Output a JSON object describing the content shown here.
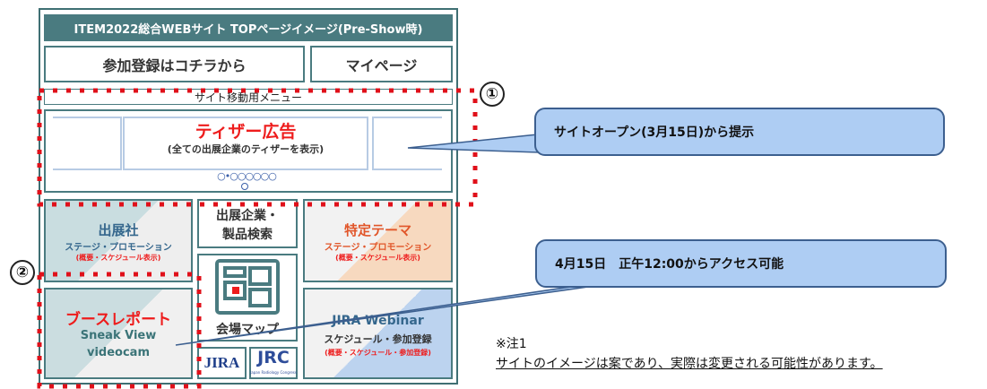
{
  "header": {
    "title": "ITEM2022総合WEBサイト TOPページイメージ(Pre-Show時)"
  },
  "top_buttons": {
    "register": "参加登録はコチラから",
    "mypage": "マイページ"
  },
  "nav": {
    "label": "サイト移動用メニュー"
  },
  "teaser": {
    "title": "ティザー広告",
    "subtitle": "(全ての出展企業のティザーを表示)",
    "dots": "○•○○○○○○"
  },
  "tiles": {
    "exhibitor": {
      "title": "出展社",
      "sub": "ステージ・プロモーション",
      "note": "(概要・スケジュール表示)"
    },
    "search": {
      "line1": "出展企業・",
      "line2": "製品検索"
    },
    "theme": {
      "title": "特定テーマ",
      "sub": "ステージ・プロモーション",
      "note": "(概要・スケジュール表示)"
    },
    "booth": {
      "title": "ブースレポート",
      "line1": "Sneak View",
      "line2": "videocam"
    },
    "map": {
      "label": "会場マップ"
    },
    "logos": {
      "jira": "JIRA",
      "jrc": "JRC",
      "jrc_small": "Japan Radiology Congress"
    },
    "webinar": {
      "title": "JIRA Webinar",
      "sub": "スケジュール・参加登録",
      "note": "(概要・スケジュール・参加登録)"
    }
  },
  "markers": {
    "one": "①",
    "two": "②"
  },
  "callouts": {
    "first": "サイトオープン(3月15日)から提示",
    "second": "4月15日　正午12:00からアクセス可能"
  },
  "note": {
    "label": "※注1",
    "text": "サイトのイメージは案であり、実際は変更される可能性があります。"
  },
  "colors": {
    "teal": "#4a7b80",
    "red": "#ee1c1c",
    "callout_fill": "#aecdf3",
    "dotted_red": "#e0101a"
  }
}
